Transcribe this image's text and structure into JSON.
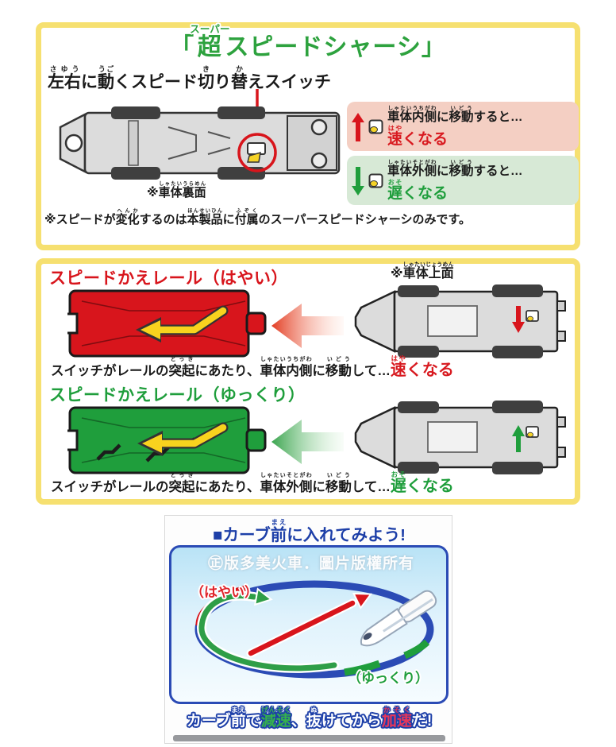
{
  "colors": {
    "accent_red": "#d81a20",
    "accent_green": "#1f9e3c",
    "accent_blue": "#1d3fa8",
    "panel_border_yellow": "#f6e070",
    "fast_box_bg": "#f4cfc3",
    "slow_box_bg": "#d7e9d6",
    "rail_red": "#d8151c",
    "rail_green": "#1f9e3c",
    "switch_yellow": "#f5d327"
  },
  "section1": {
    "title": [
      {
        "t": "「"
      },
      {
        "t": "超",
        "r": "スーパー"
      },
      {
        "t": "スピードシャーシ」"
      }
    ],
    "heading": [
      {
        "t": "左右",
        "r": "さゆう"
      },
      {
        "t": "に"
      },
      {
        "t": "動",
        "r": "うご"
      },
      {
        "t": "くスピード"
      },
      {
        "t": "切",
        "r": "き"
      },
      {
        "t": "り"
      },
      {
        "t": "替",
        "r": "か"
      },
      {
        "t": "えスイッチ"
      }
    ],
    "underside_label": [
      {
        "t": "※"
      },
      {
        "t": "車体裏面",
        "r": "しゃたいうらめん"
      }
    ],
    "fast_box": {
      "line1": [
        {
          "t": "車体内側",
          "r": "しゃたいうちがわ"
        },
        {
          "t": "に"
        },
        {
          "t": "移動",
          "r": "いどう"
        },
        {
          "t": "すると…"
        }
      ],
      "line2": [
        {
          "t": "速",
          "r": "はや",
          "color": "#d81a20",
          "cls": "big"
        },
        {
          "t": "くなる",
          "color": "#d81a20",
          "cls": "big"
        }
      ]
    },
    "slow_box": {
      "line1": [
        {
          "t": "車体外側",
          "r": "しゃたいそとがわ"
        },
        {
          "t": "に"
        },
        {
          "t": "移動",
          "r": "いどう"
        },
        {
          "t": "すると…"
        }
      ],
      "line2": [
        {
          "t": "遅",
          "r": "おそ",
          "color": "#1f9e3c",
          "cls": "big"
        },
        {
          "t": "くなる",
          "color": "#1f9e3c",
          "cls": "big"
        }
      ]
    },
    "note": [
      {
        "t": "※スピードが"
      },
      {
        "t": "変化",
        "r": "へんか"
      },
      {
        "t": "するのは"
      },
      {
        "t": "本製品",
        "r": "ほんせいひん"
      },
      {
        "t": "に"
      },
      {
        "t": "付属",
        "r": "ふぞく"
      },
      {
        "t": "のスーパースピードシャーシのみです。"
      }
    ]
  },
  "section2": {
    "fast_rail_title": "スピードかえレール（はやい）",
    "slow_rail_title": "スピードかえレール（ゆっくり）",
    "topview_label": [
      {
        "t": "※"
      },
      {
        "t": "車体上面",
        "r": "しゃたいじょうめん"
      }
    ],
    "fast_line": [
      {
        "t": "スイッチがレールの"
      },
      {
        "t": "突起",
        "r": "とっき"
      },
      {
        "t": "にあたり、"
      },
      {
        "t": "車体内側",
        "r": "しゃたいうちがわ"
      },
      {
        "t": "に"
      },
      {
        "t": "移動",
        "r": "いどう"
      },
      {
        "t": "して…"
      },
      {
        "t": "速",
        "r": "はや",
        "color": "#d81a20",
        "cls": "big"
      },
      {
        "t": "くなる",
        "color": "#d81a20",
        "cls": "big"
      }
    ],
    "slow_line": [
      {
        "t": "スイッチがレールの"
      },
      {
        "t": "突起",
        "r": "とっき"
      },
      {
        "t": "にあたり、"
      },
      {
        "t": "車体外側",
        "r": "しゃたいそとがわ"
      },
      {
        "t": "に"
      },
      {
        "t": "移動",
        "r": "いどう"
      },
      {
        "t": "して…"
      },
      {
        "t": "遅",
        "r": "おそ",
        "color": "#1f9e3c",
        "cls": "big"
      },
      {
        "t": "くなる",
        "color": "#1f9e3c",
        "cls": "big"
      }
    ]
  },
  "section3": {
    "title": [
      {
        "t": "■カーブ"
      },
      {
        "t": "前",
        "r": "まえ"
      },
      {
        "t": "に入れてみよう!"
      }
    ],
    "watermark": "㊣版多美火車．圖片版權所有",
    "fast_label": "（はやい）",
    "slow_label": "（ゆっくり）",
    "caption": [
      {
        "t": "カーブ"
      },
      {
        "t": "前",
        "r": "まえ"
      },
      {
        "t": "で"
      },
      {
        "t": "減速",
        "r": "げんそく",
        "color": "#35b14d"
      },
      {
        "t": "、"
      },
      {
        "t": "抜",
        "r": "ぬ"
      },
      {
        "t": "けてから"
      },
      {
        "t": "加速",
        "r": "かそく",
        "color": "#e8365a"
      },
      {
        "t": "だ!"
      }
    ]
  }
}
